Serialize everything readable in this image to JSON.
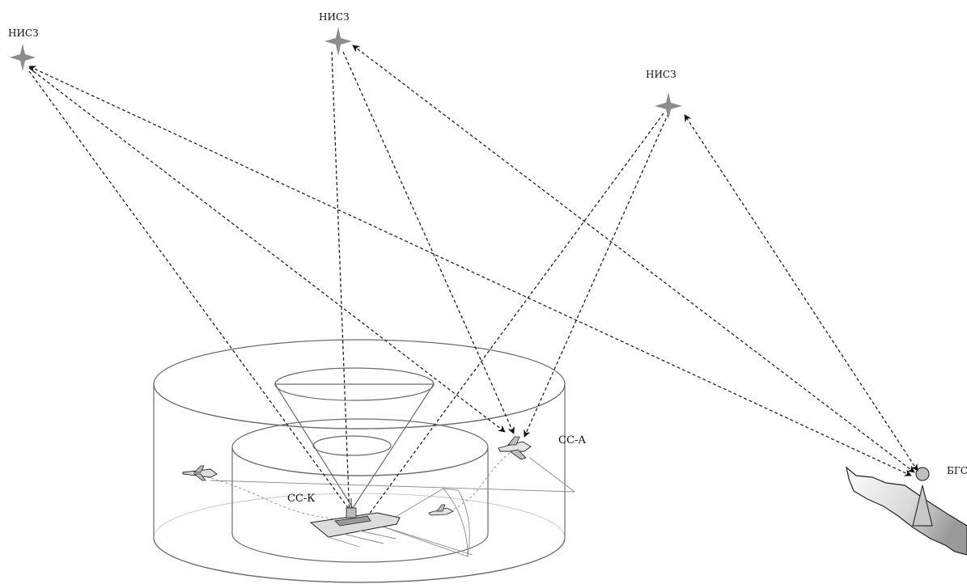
{
  "labels": {
    "sat_left": "НИСЗ",
    "sat_center": "НИСЗ",
    "sat_right": "НИСЗ",
    "cc_k": "СС-К",
    "cc_a": "СС-А",
    "bgs": "БГС"
  },
  "icons": {
    "satellite": "star-satellite-icon",
    "aircraft": "aircraft-icon",
    "ship": "ship-icon",
    "ground_station": "ground-station-icon"
  },
  "colors": {
    "satellite": "#8c8c8c",
    "links": "#222222",
    "zone_edges": "#6b6b6b"
  }
}
